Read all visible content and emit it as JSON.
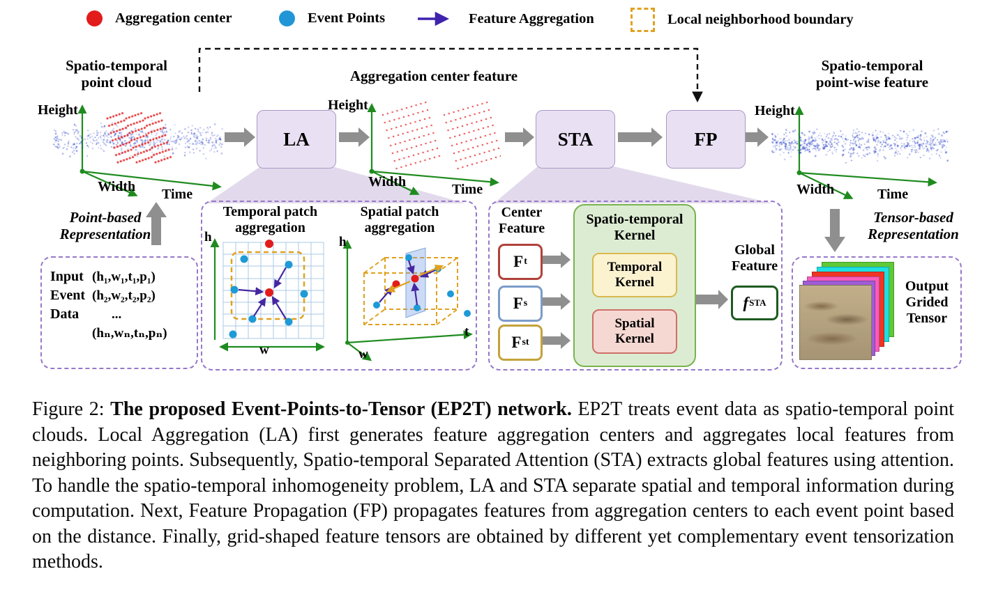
{
  "legend": {
    "items": [
      {
        "label": "Aggregation center",
        "color": "#e21b1b"
      },
      {
        "label": "Event Points",
        "color": "#2196d6"
      },
      {
        "label": "Feature Aggregation",
        "color": "#3f22ad"
      },
      {
        "label": "Local neighborhood boundary",
        "color": "#e0a11f"
      }
    ]
  },
  "flow": {
    "left_cloud_title": "Spatio-temporal\npoint cloud",
    "center_feature_title": "Aggregation center feature",
    "right_cloud_title": "Spatio-temporal\npoint-wise feature",
    "la_label": "LA",
    "sta_label": "STA",
    "fp_label": "FP"
  },
  "axes": {
    "height": "Height",
    "width": "Width",
    "time": "Time"
  },
  "representation": {
    "point_based": "Point-based\nRepresentation",
    "tensor_based": "Tensor-based\nRepresentation"
  },
  "input_box": {
    "title": "Input\nEvent\nData",
    "lines": [
      "(h₁,w₁,t₁,p₁)",
      "(h₂,w₂,t₂,p₂)",
      "...",
      "(hₙ,wₙ,tₙ,pₙ)"
    ]
  },
  "la_detail": {
    "temporal_title": "Temporal patch\naggregation",
    "spatial_title": "Spatial patch\naggregation",
    "axis_h": "h",
    "axis_w": "w",
    "axis_t": "t"
  },
  "sta_detail": {
    "center_feature_title": "Center\nFeature",
    "features": [
      {
        "base": "F",
        "sub": "t",
        "border": "#b0413a"
      },
      {
        "base": "F",
        "sub": "s",
        "border": "#7b9cc8"
      },
      {
        "base": "F",
        "sub": "st",
        "border": "#c3a23b"
      }
    ],
    "kernel_title": "Spatio-temporal\nKernel",
    "temporal_kernel": "Temporal\nKernel",
    "spatial_kernel": "Spatial\nKernel",
    "global_feature_title": "Global\nFeature",
    "fsta_base": "f",
    "fsta_sub": "STA"
  },
  "output_box": {
    "label": "Output\nGrided\nTensor"
  },
  "caption": {
    "prefix": "Figure 2: ",
    "bold": "The proposed Event-Points-to-Tensor (EP2T) network.",
    "body": " EP2T treats event data as spatio-temporal point clouds. Local Aggregation (LA) first generates feature aggregation centers and aggregates local features from neighboring points. Subsequently, Spatio-temporal Separated Attention (STA) extracts global features using attention. To handle the spatio-temporal inhomogeneity problem, LA and STA separate spatial and temporal information during computation. Next, Feature Propagation (FP) propagates features from aggregation centers to each event point based on the distance. Finally, grid-shaped feature tensors are obtained by different yet complementary event tensorization methods."
  }
}
